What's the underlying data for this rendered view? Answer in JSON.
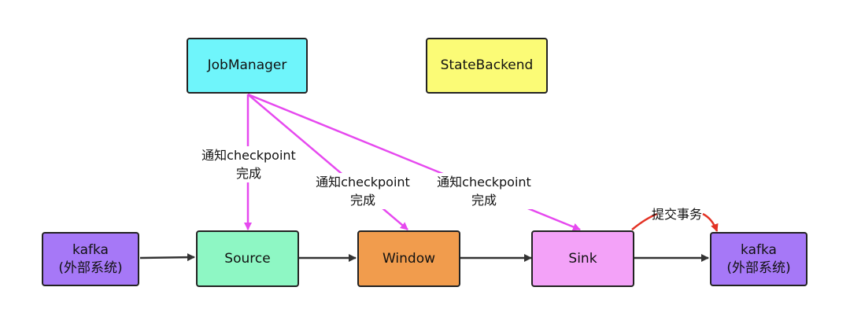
{
  "nodes": {
    "jobmanager": {
      "label": "JobManager",
      "color": "#6ff5fb"
    },
    "statebackend": {
      "label": "StateBackend",
      "color": "#fbfb76"
    },
    "kafka_in": {
      "line1": "kafka",
      "line2": "(外部系统)",
      "color": "#a678f7"
    },
    "source": {
      "label": "Source",
      "color": "#8ef7c4"
    },
    "window": {
      "label": "Window",
      "color": "#f19c4d"
    },
    "sink": {
      "label": "Sink",
      "color": "#f3a2f8"
    },
    "kafka_out": {
      "line1": "kafka",
      "line2": "(外部系统)",
      "color": "#a678f7"
    }
  },
  "labels": {
    "notify_source": {
      "line1": "通知checkpoint",
      "line2": "完成"
    },
    "notify_window": {
      "line1": "通知checkpoint",
      "line2": "完成"
    },
    "notify_sink": {
      "line1": "通知checkpoint",
      "line2": "完成"
    },
    "commit": "提交事务"
  },
  "colors": {
    "notify_arrow": "#e649ef",
    "commit_arrow": "#e33224",
    "flow_arrow": "#333333"
  }
}
